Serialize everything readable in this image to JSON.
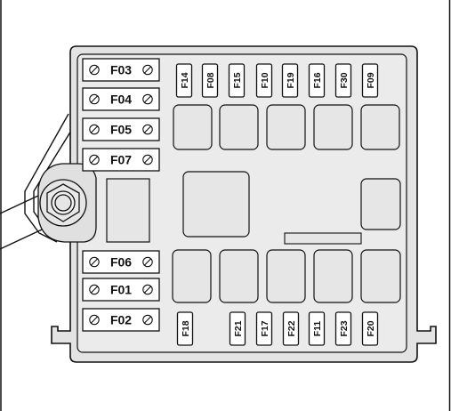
{
  "fuse_box": {
    "left_fuses_top": [
      {
        "label": "F03"
      },
      {
        "label": "F04"
      },
      {
        "label": "F05"
      },
      {
        "label": "F07"
      }
    ],
    "left_fuses_bottom": [
      {
        "label": "F06"
      },
      {
        "label": "F01"
      },
      {
        "label": "F02"
      }
    ],
    "top_fuses": [
      {
        "label": "F14"
      },
      {
        "label": "F08"
      },
      {
        "label": "F15"
      },
      {
        "label": "F10"
      },
      {
        "label": "F19"
      },
      {
        "label": "F16"
      },
      {
        "label": "F30"
      },
      {
        "label": "F09"
      }
    ],
    "bottom_fuses": [
      {
        "label": "F18"
      },
      {
        "label": "F21"
      },
      {
        "label": "F17"
      },
      {
        "label": "F22"
      },
      {
        "label": "F11"
      },
      {
        "label": "F23"
      },
      {
        "label": "F20"
      }
    ],
    "colors": {
      "background": "#ffffff",
      "box_fill": "#e3e3e3",
      "inner_fill": "#ebebeb",
      "relay_fill": "#e6e6e6",
      "fuse_fill": "#ffffff",
      "stroke": "#111111"
    }
  }
}
